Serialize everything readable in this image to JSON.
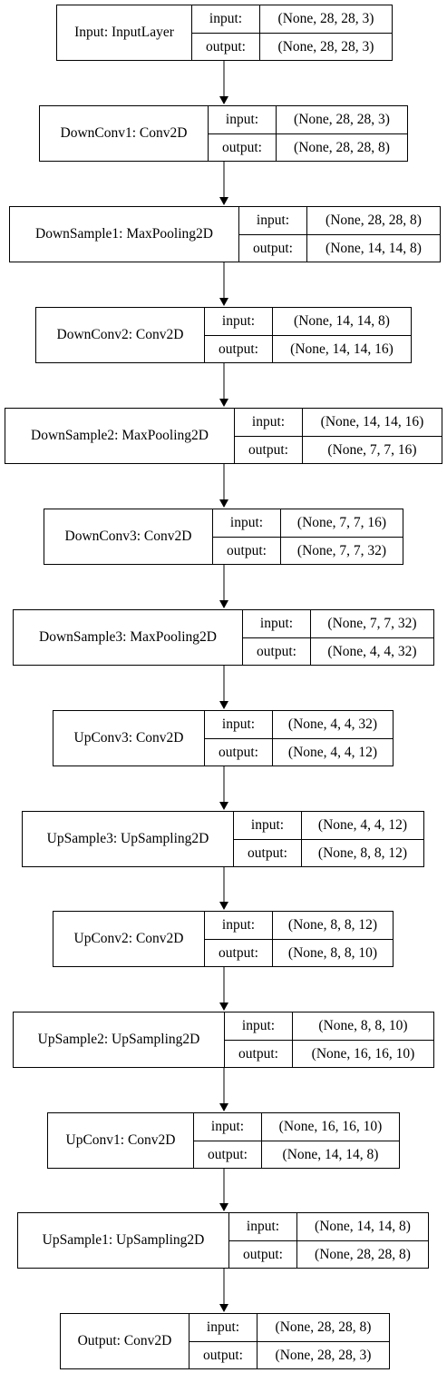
{
  "layers": [
    {
      "name": "Input: InputLayer",
      "input_label": "input:",
      "output_label": "output:",
      "input_shape": "(None, 28, 28, 3)",
      "output_shape": "(None, 28, 28, 3)"
    },
    {
      "name": "DownConv1: Conv2D",
      "input_label": "input:",
      "output_label": "output:",
      "input_shape": "(None, 28, 28, 3)",
      "output_shape": "(None, 28, 28, 8)"
    },
    {
      "name": "DownSample1: MaxPooling2D",
      "input_label": "input:",
      "output_label": "output:",
      "input_shape": "(None, 28, 28, 8)",
      "output_shape": "(None, 14, 14, 8)"
    },
    {
      "name": "DownConv2: Conv2D",
      "input_label": "input:",
      "output_label": "output:",
      "input_shape": "(None, 14, 14, 8)",
      "output_shape": "(None, 14, 14, 16)"
    },
    {
      "name": "DownSample2: MaxPooling2D",
      "input_label": "input:",
      "output_label": "output:",
      "input_shape": "(None, 14, 14, 16)",
      "output_shape": "(None, 7, 7, 16)"
    },
    {
      "name": "DownConv3: Conv2D",
      "input_label": "input:",
      "output_label": "output:",
      "input_shape": "(None, 7, 7, 16)",
      "output_shape": "(None, 7, 7, 32)"
    },
    {
      "name": "DownSample3: MaxPooling2D",
      "input_label": "input:",
      "output_label": "output:",
      "input_shape": "(None, 7, 7, 32)",
      "output_shape": "(None, 4, 4, 32)"
    },
    {
      "name": "UpConv3: Conv2D",
      "input_label": "input:",
      "output_label": "output:",
      "input_shape": "(None, 4, 4, 32)",
      "output_shape": "(None, 4, 4, 12)"
    },
    {
      "name": "UpSample3: UpSampling2D",
      "input_label": "input:",
      "output_label": "output:",
      "input_shape": "(None, 4, 4, 12)",
      "output_shape": "(None, 8, 8, 12)"
    },
    {
      "name": "UpConv2: Conv2D",
      "input_label": "input:",
      "output_label": "output:",
      "input_shape": "(None, 8, 8, 12)",
      "output_shape": "(None, 8, 8, 10)"
    },
    {
      "name": "UpSample2: UpSampling2D",
      "input_label": "input:",
      "output_label": "output:",
      "input_shape": "(None, 8, 8, 10)",
      "output_shape": "(None, 16, 16, 10)"
    },
    {
      "name": "UpConv1: Conv2D",
      "input_label": "input:",
      "output_label": "output:",
      "input_shape": "(None, 16, 16, 10)",
      "output_shape": "(None, 14, 14, 8)"
    },
    {
      "name": "UpSample1: UpSampling2D",
      "input_label": "input:",
      "output_label": "output:",
      "input_shape": "(None, 14, 14, 8)",
      "output_shape": "(None, 28, 28, 8)"
    },
    {
      "name": "Output: Conv2D",
      "input_label": "input:",
      "output_label": "output:",
      "input_shape": "(None, 28, 28, 8)",
      "output_shape": "(None, 28, 28, 3)"
    }
  ]
}
